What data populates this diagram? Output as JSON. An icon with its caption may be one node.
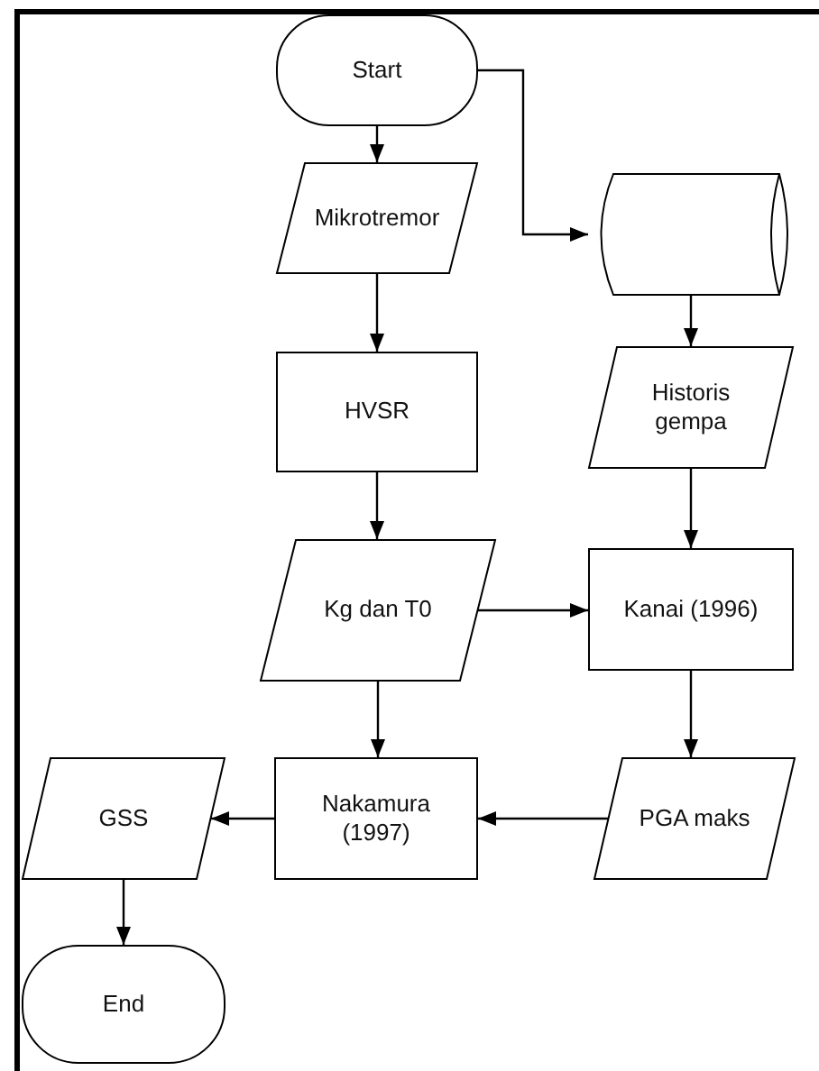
{
  "diagram": {
    "nodes": [
      {
        "text": [
          "Start"
        ]
      },
      {
        "text": [
          "Mikrotremor"
        ]
      },
      {
        "text": [],
        "shape": "cylinder"
      },
      {
        "text": [
          "HVSR"
        ]
      },
      {
        "text": [
          "Historis gempa"
        ]
      },
      {
        "text": [
          "Kg dan T0"
        ]
      },
      {
        "text": [
          "Kanai (1996)"
        ]
      },
      {
        "text": [
          "GSS"
        ]
      },
      {
        "text": [
          "Nakamura (1997)"
        ]
      },
      {
        "text": [
          "PGA maks"
        ]
      },
      {
        "text": [
          "End"
        ]
      }
    ],
    "edges": [
      {
        "from": 0,
        "to": 1,
        "arrow": "to"
      },
      {
        "from": 0,
        "to": 2,
        "arrow": "to"
      },
      {
        "from": 1,
        "to": 3,
        "arrow": "to"
      },
      {
        "from": 2,
        "to": 4,
        "arrow": "to"
      },
      {
        "from": 3,
        "to": 5,
        "arrow": "to"
      },
      {
        "from": 4,
        "to": 6,
        "arrow": "to"
      },
      {
        "from": 5,
        "to": 6,
        "arrow": "to"
      },
      {
        "from": 5,
        "to": 8,
        "arrow": "to"
      },
      {
        "from": 6,
        "to": 9,
        "arrow": "to"
      },
      {
        "from": 9,
        "to": 8,
        "arrow": "to"
      },
      {
        "from": 8,
        "to": 7,
        "arrow": "to"
      },
      {
        "from": 7,
        "to": 10,
        "arrow": "to"
      }
    ]
  }
}
